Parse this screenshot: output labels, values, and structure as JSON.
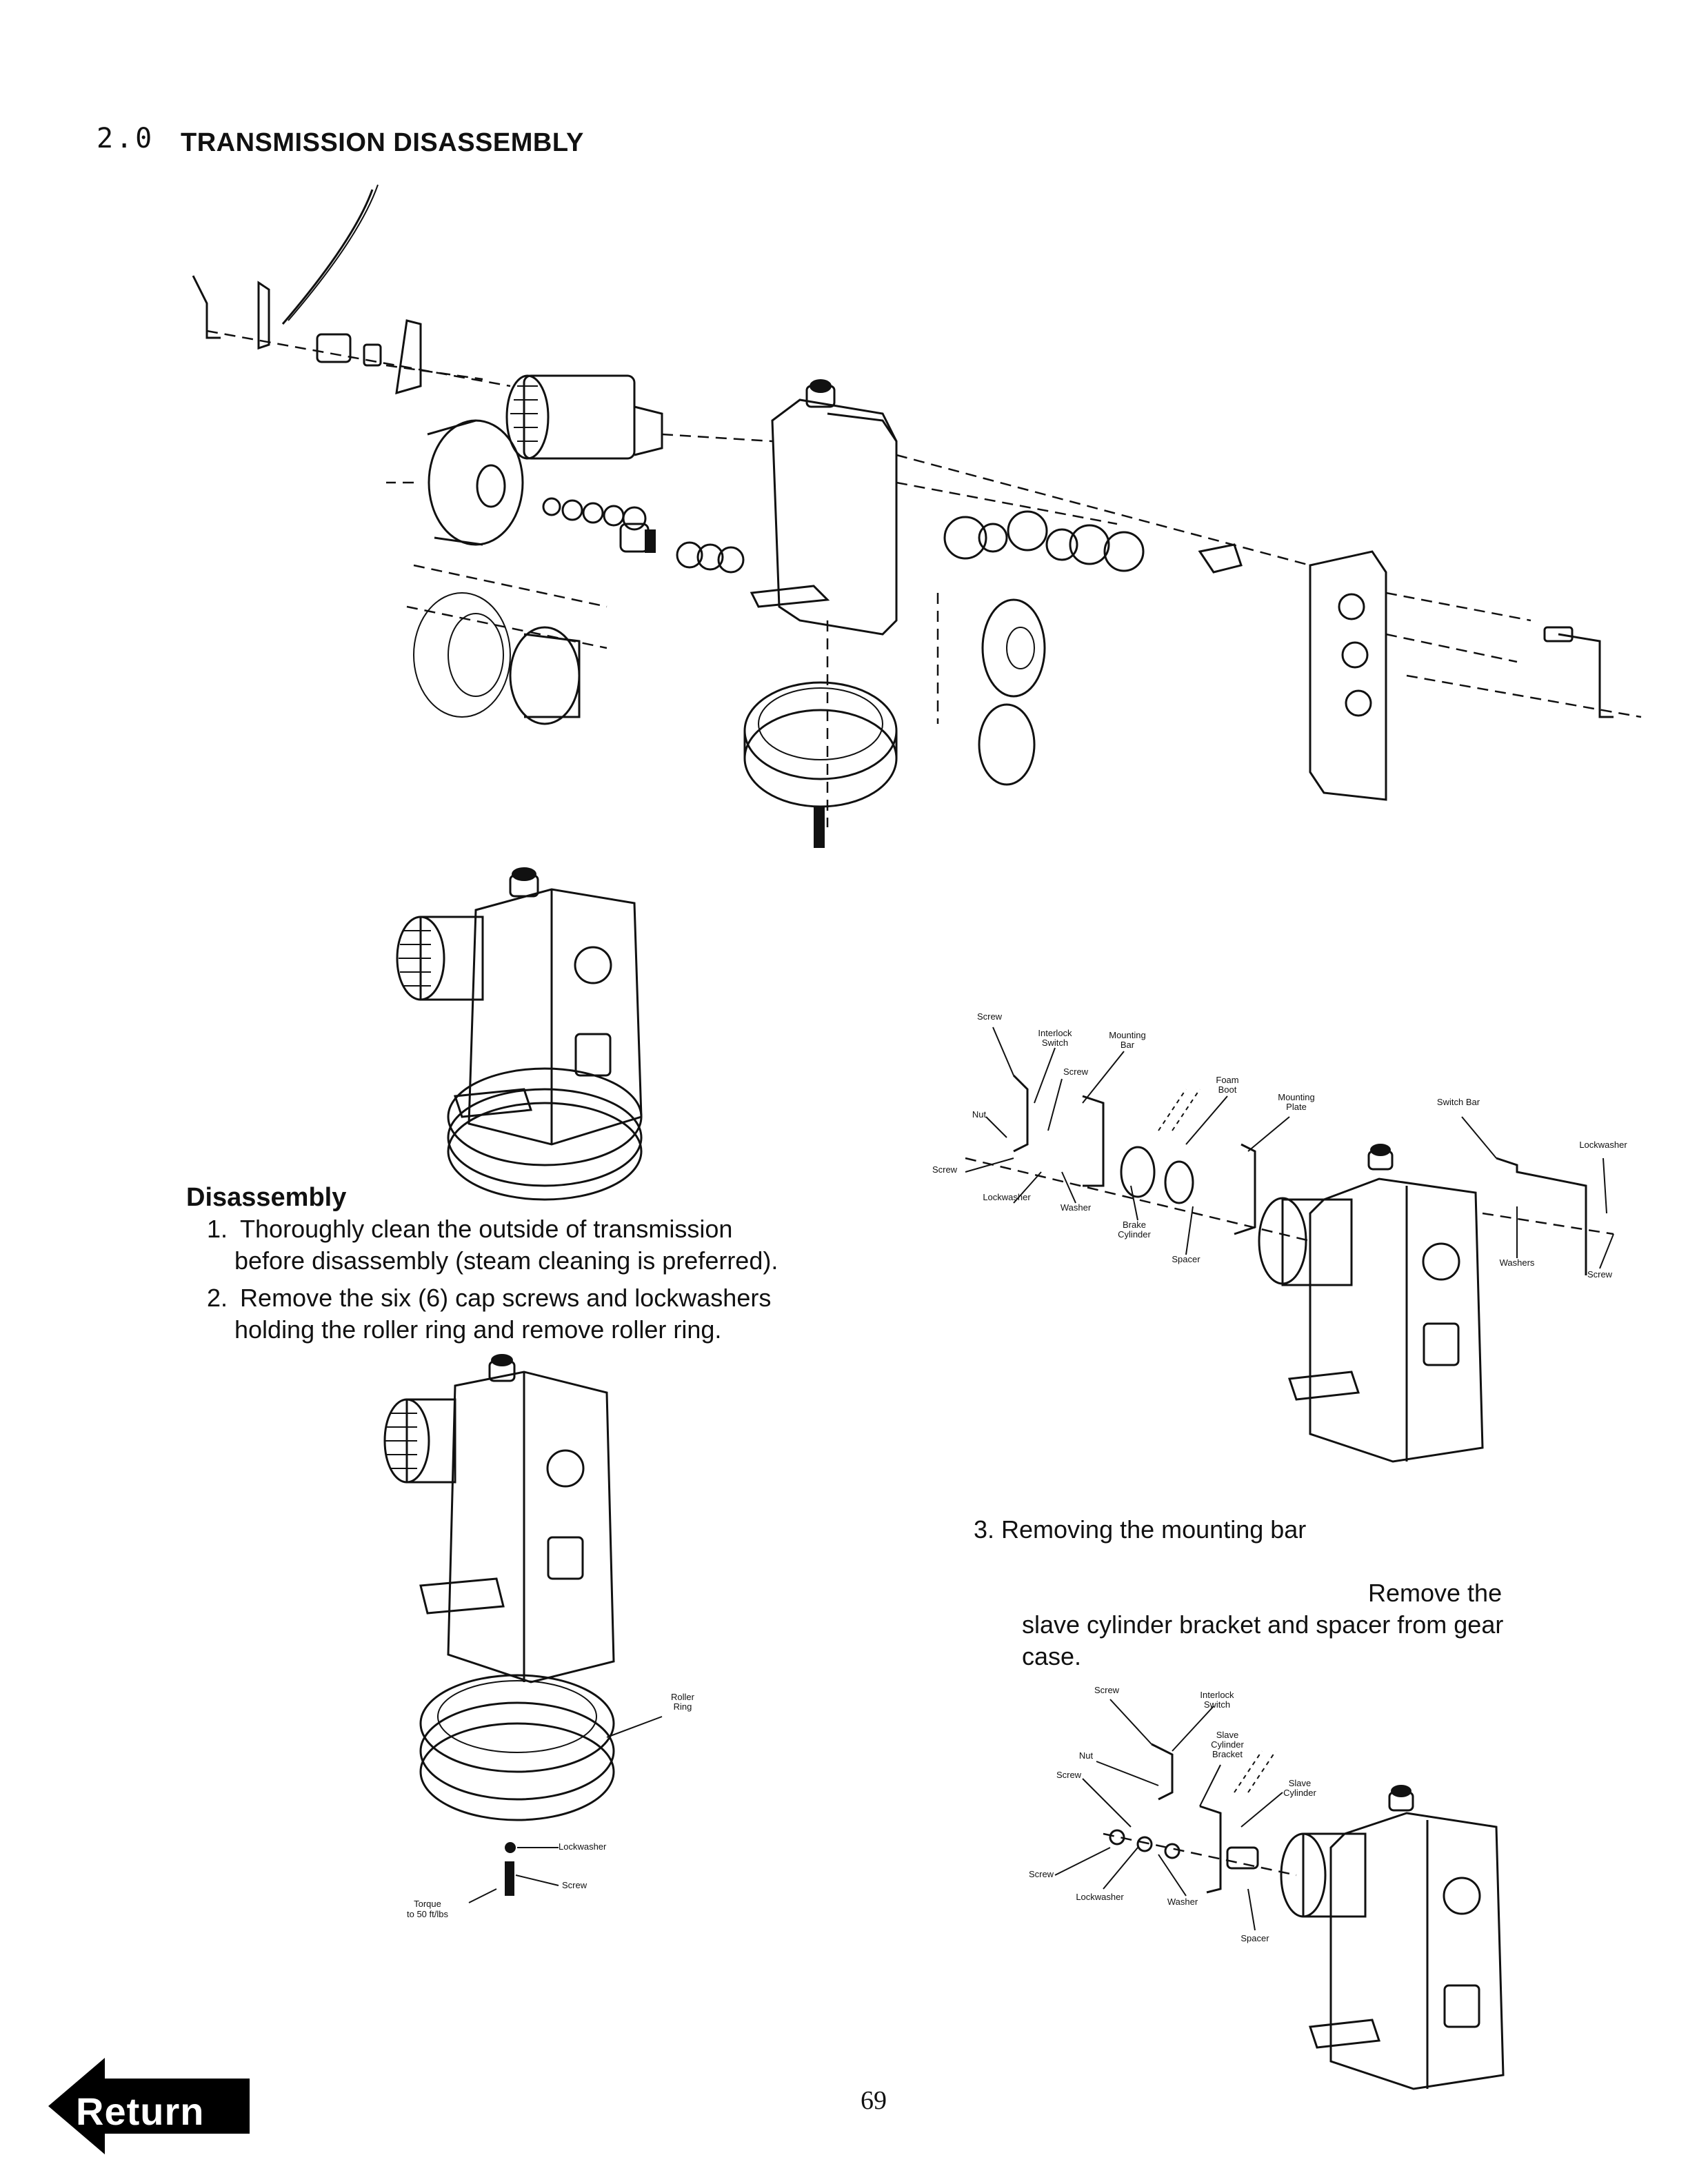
{
  "header": {
    "section_number": "2.0",
    "title": "TRANSMISSION DISASSEMBLY"
  },
  "disassembly": {
    "heading": "Disassembly",
    "steps": [
      {
        "num": "1.",
        "line1": "Thoroughly clean the outside of transmission",
        "line2": "before disassembly (steam cleaning is preferred)."
      },
      {
        "num": "2.",
        "line1": "Remove the six (6) cap screws and lockwashers",
        "line2": "holding the roller ring and remove roller ring."
      }
    ]
  },
  "step3": {
    "title": "3. Removing the mounting bar",
    "line1": "Remove the",
    "line2": "slave cylinder bracket and spacer from gear",
    "line3": "case."
  },
  "figure_roller": {
    "roller_ring": "Roller Ring",
    "lockwasher": "Lockwasher",
    "screw": "Screw",
    "torque": "Torque",
    "torque_value": "to 50 ft/lbs"
  },
  "figure_mounting": {
    "screw_top": "Screw",
    "interlock_switch": "Interlock Switch",
    "mounting_bar": "Mounting Bar",
    "screw_2": "Screw",
    "nut": "Nut",
    "screw_left": "Screw",
    "lockwasher": "Lockwasher",
    "washer": "Washer",
    "brake_cylinder": "Brake Cylinder",
    "spacer": "Spacer",
    "foam_boot": "Foam Boot",
    "mounting_plate": "Mounting Plate",
    "switch_bar": "Switch Bar",
    "lockwasher_right": "Lockwasher",
    "washers": "Washers",
    "screw_right": "Screw"
  },
  "figure_slave": {
    "screw_top": "Screw",
    "interlock_switch": "Interlock Switch",
    "slave_cylinder_bracket": "Slave Cylinder Bracket",
    "nut": "Nut",
    "screw": "Screw",
    "slave_cylinder": "Slave Cylinder",
    "screw_left": "Screw",
    "lockwasher": "Lockwasher",
    "washer": "Washer",
    "spacer": "Spacer"
  },
  "footer": {
    "return_label": "Return",
    "page_number": "69"
  }
}
